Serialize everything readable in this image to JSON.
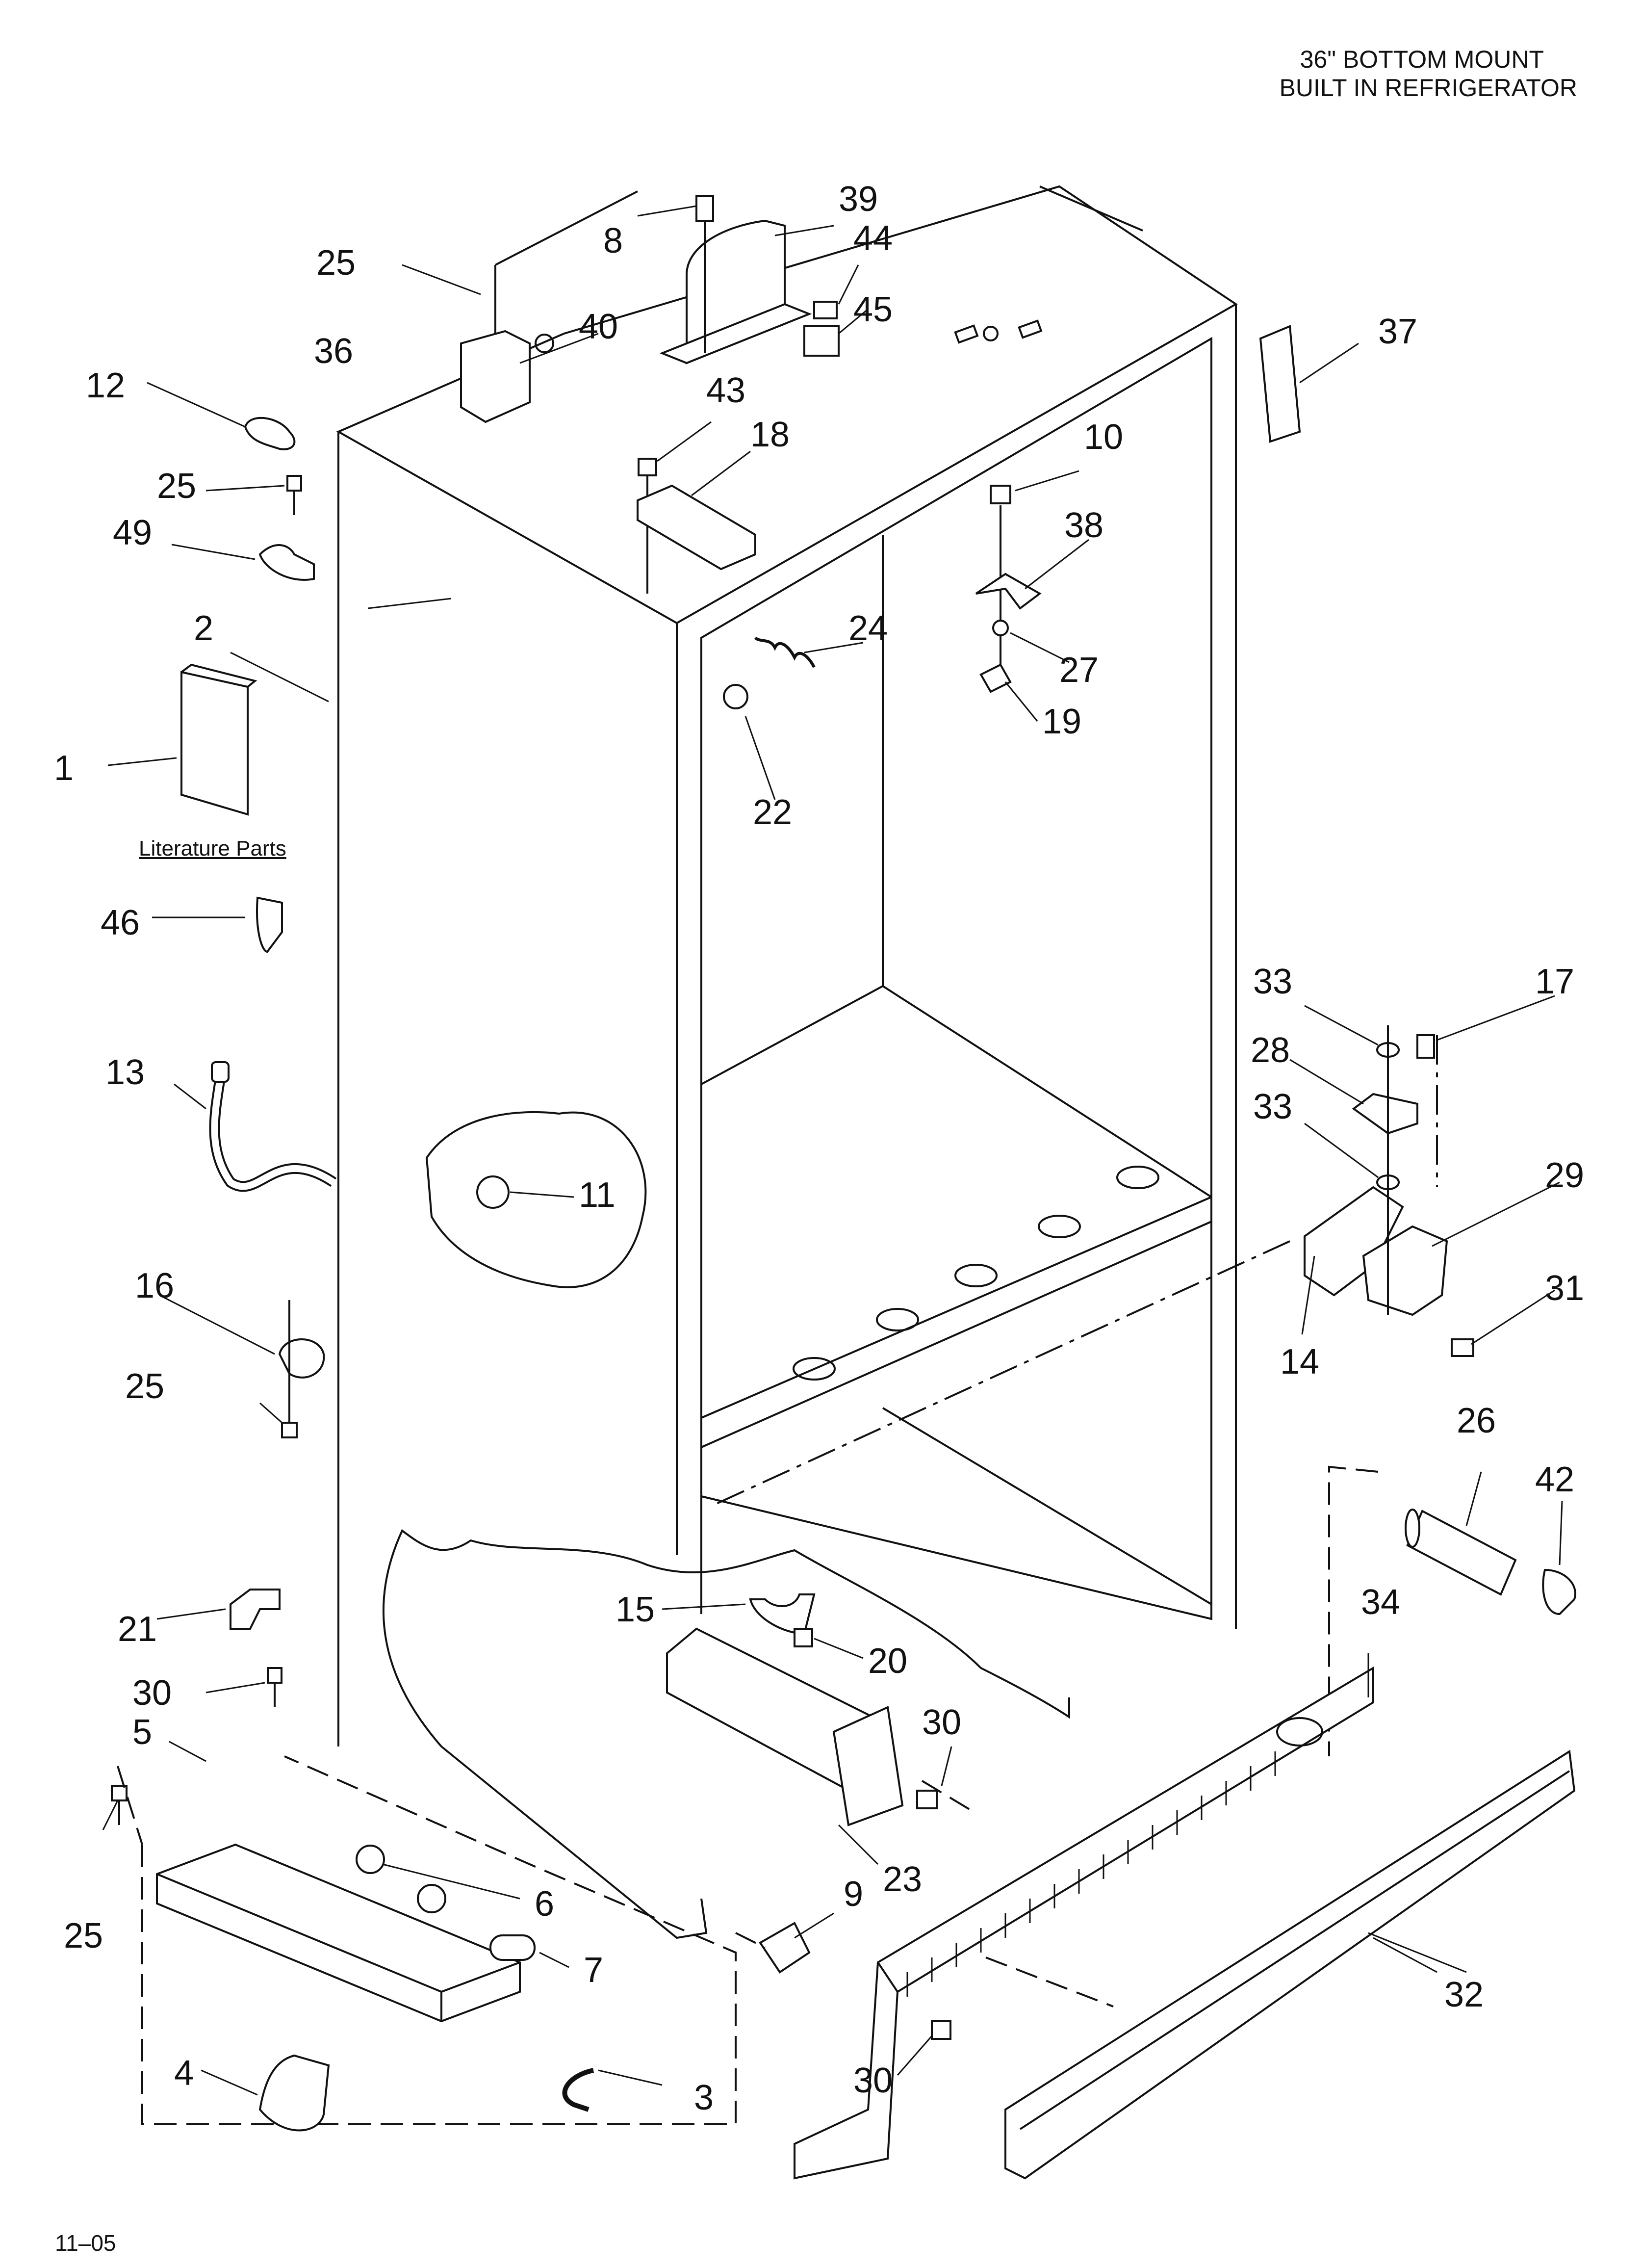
{
  "header": {
    "line1": "36\" BOTTOM MOUNT",
    "line2": "BUILT IN REFRIGERATOR"
  },
  "footer": "11–05",
  "literature_label": "Literature Parts",
  "callouts": [
    "1",
    "2",
    "3",
    "4",
    "5",
    "6",
    "7",
    "8",
    "9",
    "10",
    "11",
    "12",
    "13",
    "14",
    "15",
    "16",
    "17",
    "18",
    "19",
    "20",
    "21",
    "22",
    "23",
    "24",
    "25",
    "26",
    "27",
    "28",
    "29",
    "30",
    "31",
    "32",
    "33",
    "34",
    "36",
    "37",
    "38",
    "39",
    "40",
    "42",
    "43",
    "44",
    "45",
    "46",
    "49"
  ]
}
